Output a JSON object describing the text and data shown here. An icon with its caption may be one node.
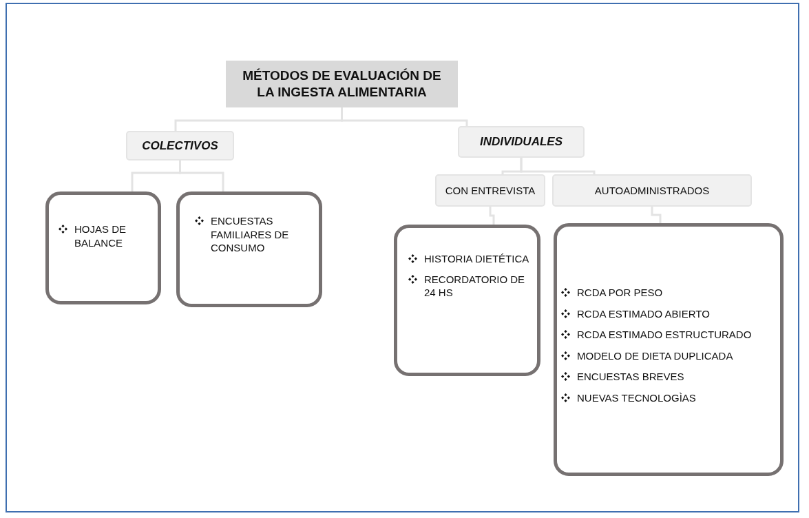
{
  "diagram": {
    "nodes": [
      {
        "text": [
          "MÉTODOS DE EVALUACIÓN DE LA INGESTA ALIMENTARIA"
        ]
      },
      {
        "text": [
          "COLECTIVOS"
        ]
      },
      {
        "text": [
          "INDIVIDUALES"
        ]
      },
      {
        "text": [
          "HOJAS DE BALANCE"
        ]
      },
      {
        "text": [
          "ENCUESTAS FAMILIARES DE CONSUMO"
        ]
      },
      {
        "text": [
          "CON ENTREVISTA"
        ]
      },
      {
        "text": [
          "AUTOADMINISTRADOS"
        ]
      },
      {
        "text": [
          "HISTORIA DIETÉTICA",
          "RECORDATORIO DE  24 HS"
        ]
      },
      {
        "text": [
          "RCDA POR PESO",
          "RCDA ESTIMADO ABIERTO",
          "RCDA ESTIMADO ESTRUCTURADO",
          "MODELO DE DIETA DUPLICADA",
          "ENCUESTAS BREVES",
          "NUEVAS TECNOLOGÌAS"
        ]
      }
    ],
    "edges": [
      {
        "from": 0,
        "to": 1,
        "arrow": "none"
      },
      {
        "from": 0,
        "to": 2,
        "arrow": "none"
      },
      {
        "from": 1,
        "to": 3,
        "arrow": "none"
      },
      {
        "from": 1,
        "to": 4,
        "arrow": "none"
      },
      {
        "from": 2,
        "to": 5,
        "arrow": "none"
      },
      {
        "from": 2,
        "to": 6,
        "arrow": "none"
      },
      {
        "from": 5,
        "to": 7,
        "arrow": "none"
      },
      {
        "from": 6,
        "to": 8,
        "arrow": "none"
      }
    ]
  }
}
